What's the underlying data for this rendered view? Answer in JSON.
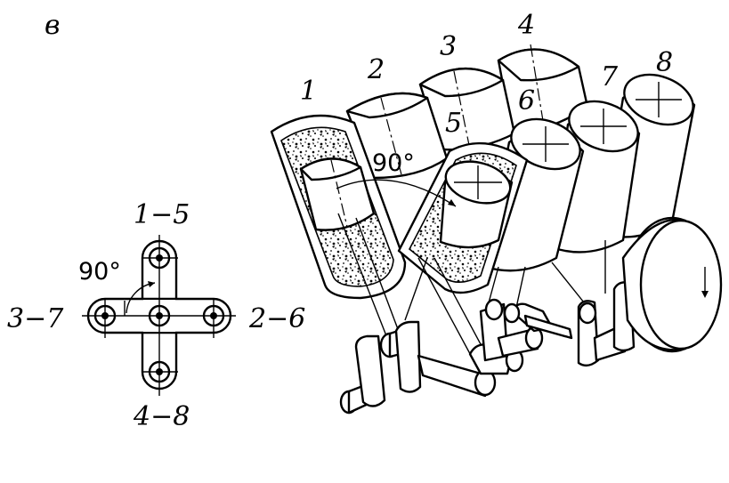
{
  "figure": {
    "panel_letter": "в",
    "cylinder_labels": [
      "1",
      "2",
      "3",
      "4",
      "5",
      "6",
      "7",
      "8"
    ],
    "bank_angle": "90°"
  },
  "crank_diagram": {
    "angle": "90°",
    "throw_top": "1−5",
    "throw_left": "3−7",
    "throw_right": "2−6",
    "throw_bottom": "4−8"
  },
  "colors": {
    "ink": "#000000",
    "paper": "#ffffff"
  }
}
